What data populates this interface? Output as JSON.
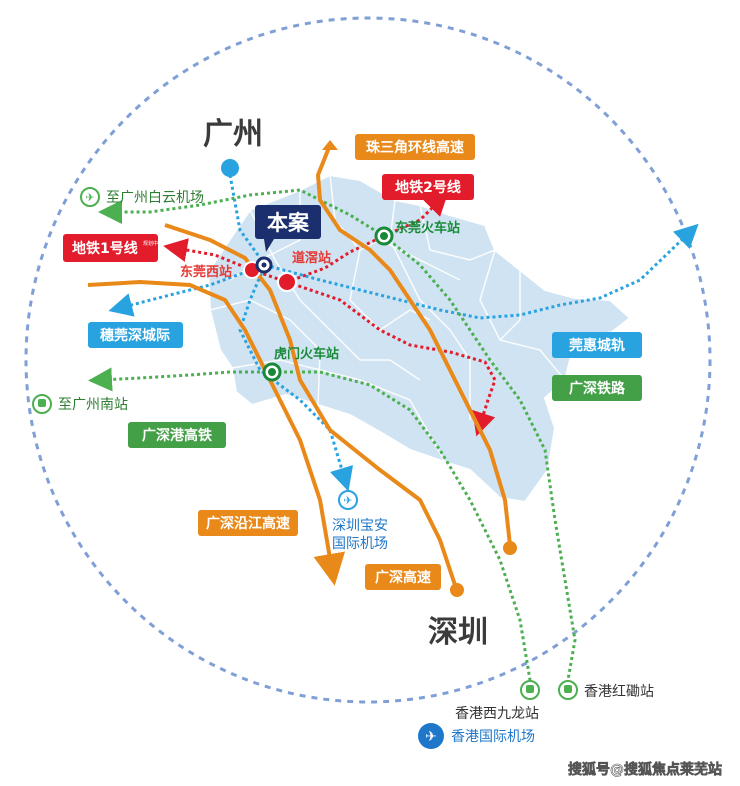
{
  "cities": {
    "guangzhou": "广州",
    "shenzhen": "深圳"
  },
  "project": {
    "label": "本案"
  },
  "routes": {
    "zhuhai_ring": "珠三角环线高速",
    "metro2": "地铁2号线",
    "metro1": "地铁1号线",
    "metro1_tag": "规划中",
    "suiguan": "穗莞深城际",
    "guanhui": "莞惠城轨",
    "guangshen_rail": "广深铁路",
    "gsg_hsr": "广深港高铁",
    "yanjiang": "广深沿江高速",
    "guangshen_expy": "广深高速"
  },
  "stations": {
    "dongguan_station": "东莞火车站",
    "daojiao": "道滘站",
    "dongguan_west": "东莞西站",
    "humen": "虎门火车站"
  },
  "externals": {
    "baiyun": "至广州白云机场",
    "gz_south": "至广州南站",
    "sz_airport_line1": "深圳宝安",
    "sz_airport_line2": "国际机场",
    "hk_west_kowloon": "香港西九龙站",
    "hk_airport": "香港国际机场",
    "hk_hung_hom": "香港红磡站"
  },
  "watermark": "搜狐号@搜狐焦点莱芜站",
  "colors": {
    "ring": "#7f9fd6",
    "map_fill": "#cfe3f2",
    "orange": "#e8891a",
    "green": "#4caf50",
    "blue": "#29a3e0",
    "red": "#e31c2c",
    "navy": "#1b2f6e"
  }
}
